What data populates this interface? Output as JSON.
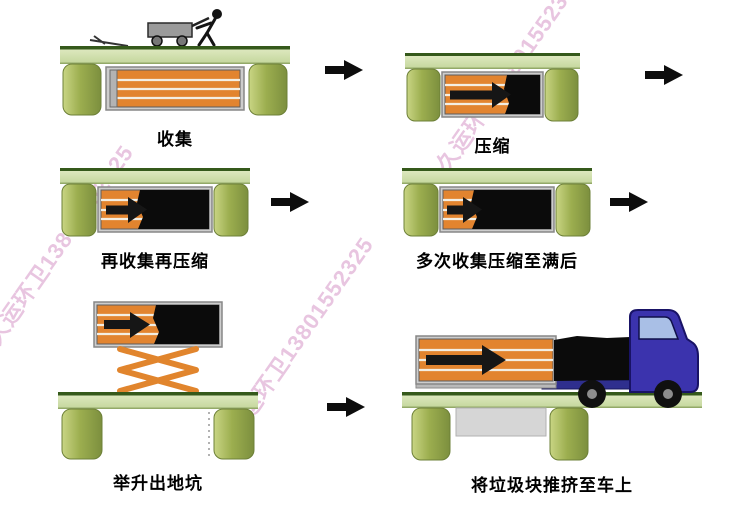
{
  "watermark": {
    "text": "久运环卫13801552325"
  },
  "steps": [
    {
      "id": "collect",
      "label": "收集"
    },
    {
      "id": "compress",
      "label": "压缩"
    },
    {
      "id": "recollect-recompress",
      "label": "再收集再压缩"
    },
    {
      "id": "repeat-until-full",
      "label": "多次收集压缩至满后"
    },
    {
      "id": "lift-out-of-pit",
      "label": "举升出地坑"
    },
    {
      "id": "push-onto-truck",
      "label": "将垃圾块推挤至车上"
    }
  ],
  "colors": {
    "ground_light": "#dbe7b6",
    "ground_edge": "#35591b",
    "pillar": "#9cae4f",
    "container_orange": "#e2842f",
    "waste_black": "#0b0b0b",
    "truck_blue": "#3b33ad",
    "arrow_black": "#0d0d0d"
  }
}
